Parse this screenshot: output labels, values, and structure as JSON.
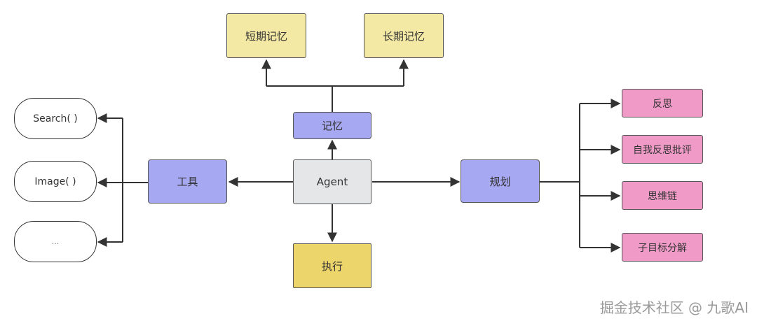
{
  "nodes": {
    "agent": "Agent",
    "memory": "记忆",
    "short_term_memory": "短期记忆",
    "long_term_memory": "长期记忆",
    "tools": "工具",
    "planning": "规划",
    "action": "执行",
    "tool_items": [
      "Search( )",
      "Image( )",
      "..."
    ],
    "planning_items": [
      "反思",
      "自我反思批评",
      "思维链",
      "子目标分解"
    ]
  },
  "colors": {
    "yellow": "#f3e8a4",
    "gold": "#ecd56a",
    "blue": "#a7a8f2",
    "gray": "#e4e6e8",
    "pink": "#f09bc7"
  },
  "watermark": "掘金技术社区 @ 九歌AI"
}
